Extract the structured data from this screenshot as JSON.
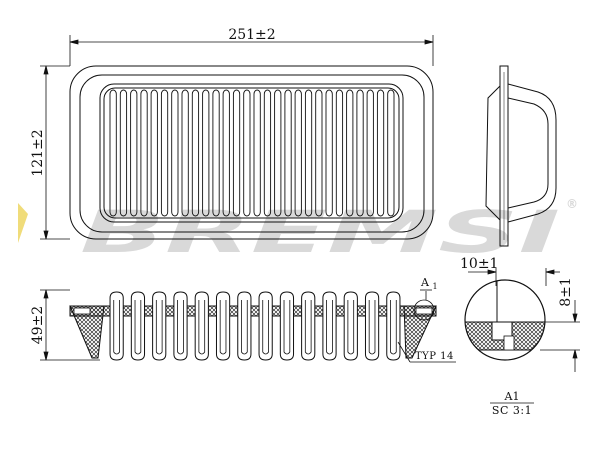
{
  "drawing": {
    "watermark": {
      "brand": "BREMSI",
      "registered_mark": "®",
      "color": "#d9d9d9"
    },
    "dimensions": {
      "length": "251±2",
      "width": "121±2",
      "height": "49±2",
      "seal_width": "10±1",
      "seal_height": "8±1"
    },
    "labels": {
      "detail_ref": "A1",
      "pleat_type": "TYP 14",
      "detail_ref_caption": "A1",
      "detail_scale": "SC 3:1"
    },
    "pleat_count": 14,
    "colors": {
      "line": "#111111",
      "background": "#ffffff"
    }
  }
}
